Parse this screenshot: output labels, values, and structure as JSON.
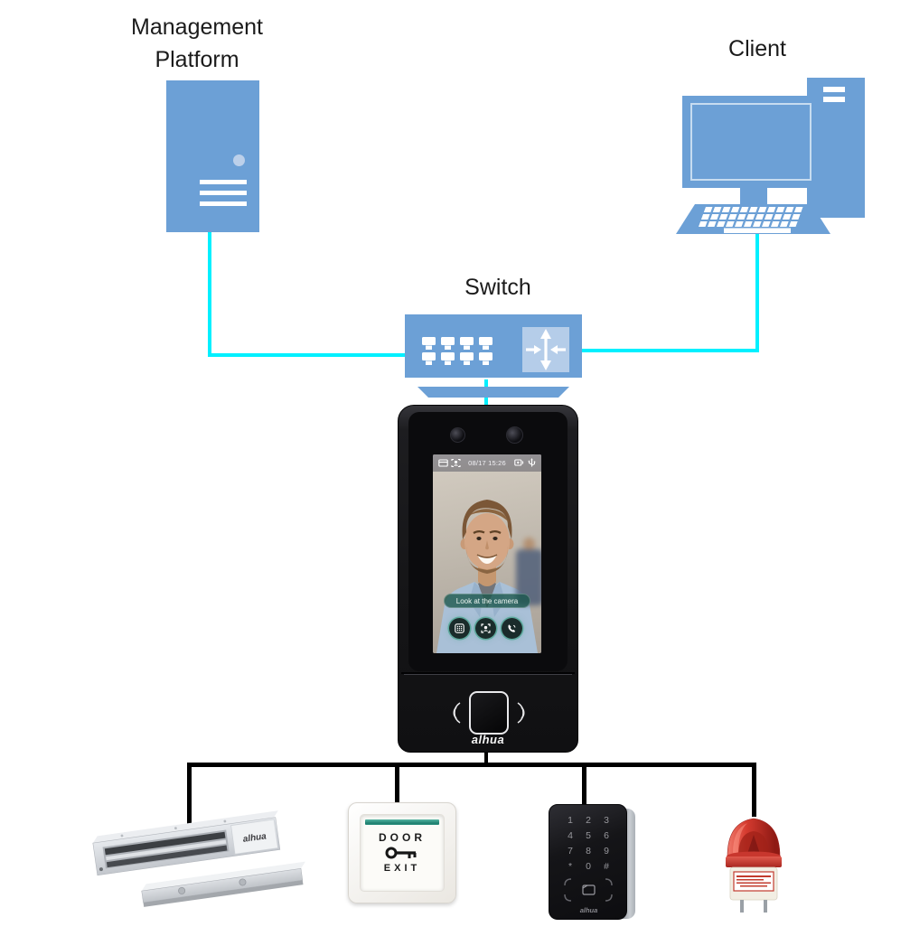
{
  "labels": {
    "management_platform": "Management Platform",
    "client": "Client",
    "switch": "Switch"
  },
  "terminal": {
    "status_time": "08/17 15:26",
    "prompt": "Look at the camera",
    "brand": "alhua"
  },
  "exit_button": {
    "door": "DOOR",
    "exit": "EXIT"
  },
  "keypad": {
    "keys": [
      "1",
      "2",
      "3",
      "4",
      "5",
      "6",
      "7",
      "8",
      "9",
      "*",
      "0",
      "#"
    ],
    "brand": "alhua"
  },
  "maglock": {
    "brand": "alhua"
  },
  "colors": {
    "device_blue": "#6ca0d6",
    "device_blue_light": "#b5cde9",
    "cyan_link": "#00f0ff",
    "black_link": "#000000",
    "screen_teal": "#2e8e7c",
    "exit_stripe_teal": "#1f7f6f",
    "alarm_red": "#c9302b"
  }
}
